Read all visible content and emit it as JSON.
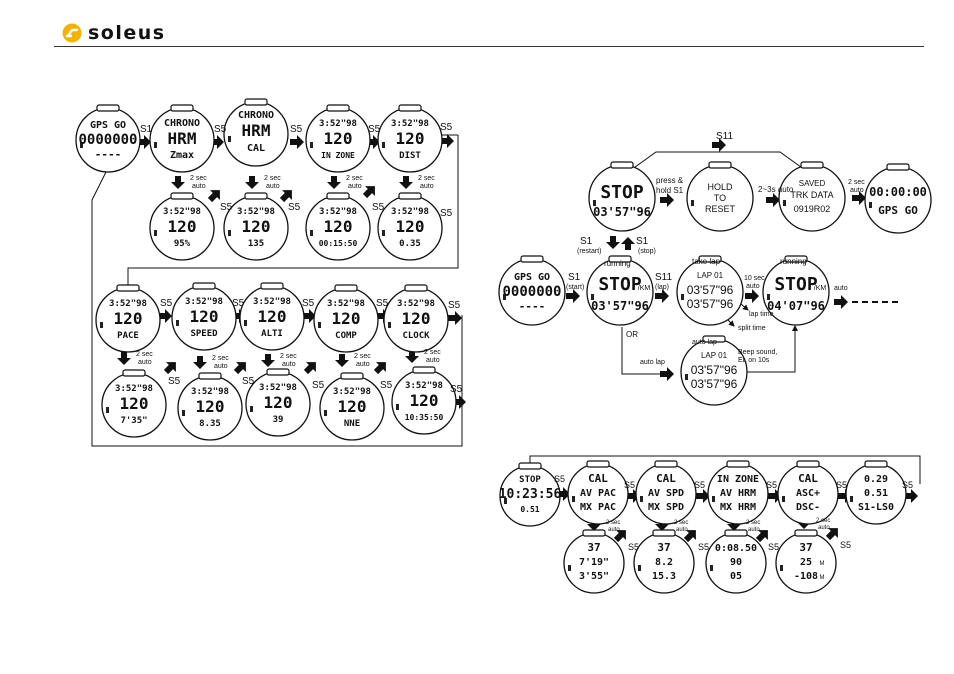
{
  "brand": {
    "name": "soleus",
    "accent": "#f2b400"
  },
  "lcd": {
    "gps_go": "GPS  GO",
    "zero_time": "0000000",
    "dashes": "----",
    "chrono": "CHRONO",
    "hrm": "HRM",
    "zmax": "Zmax",
    "cal": "CAL",
    "time": "3:52\"98",
    "hr": "120",
    "in_zone": "IN ZONE",
    "dist": "DIST",
    "pct": "95%",
    "v135": "135",
    "zone_time": "00:15:50",
    "v035": "0.35",
    "pace": "PACE",
    "speed": "SPEED",
    "alti": "ALTI",
    "comp": "COMP",
    "clock": "CLOCK",
    "v735": "7'35\"",
    "v835": "8.35",
    "v39": "39",
    "nne": "NNE",
    "clk": "10:35:50",
    "stop": "STOP",
    "stop_time": "03'57\"96",
    "zero_big": "00:00:00",
    "gps_go2": "GPS GO",
    "hold": "HOLD",
    "to": "TO",
    "reset": "RESET",
    "saved": "SAVED",
    "trk_data": "TRK DATA",
    "trk_code": "0919R02",
    "km": "/KM",
    "run_time": "03'57\"96",
    "run_time2": "04'07\"96",
    "lap01": "LAP  01",
    "lap_t1": "03'57\"96",
    "lap_t2": "03'57\"96",
    "stop2_time": "10:23:56",
    "v051": "0.51",
    "av_pac": "AV PAC",
    "mx_pac": "MX PAC",
    "av_spd": "AV SPD",
    "mx_spd": "MX SPD",
    "av_hrm": "AV HRM",
    "mx_hrm": "MX HRM",
    "asc": "ASC+",
    "dsc": "DSC-",
    "v029": "0.29",
    "s1ls0": "S1-LS0",
    "v37": "37",
    "v719": "7'19\"",
    "v355": "3'55\"",
    "v82": "8.2",
    "v153": "15.3",
    "v0850": "0:08.50",
    "v90": "90",
    "v05": "05",
    "v25": "25",
    "v108": "-108",
    "m": "M"
  },
  "labels": {
    "s1": "S1",
    "s5": "S5",
    "s11": "S11",
    "two_sec": "2 sec",
    "auto": "auto",
    "start": "(start)",
    "restart": "(restart)",
    "stop": "(stop)",
    "lap": "(lap)",
    "running": "running",
    "take_lap": "take lap",
    "auto_lap": "auto lap",
    "press_hold": "press &",
    "hold_s1": "hold S1",
    "two_three_auto": "2~3s auto",
    "ten_sec": "10 sec",
    "auto2": "auto",
    "lap_time": "lap time",
    "split_time": "split time",
    "or": "OR",
    "beep": "Beep sound,",
    "el": "EL on 10s",
    "auto_end": "auto"
  }
}
